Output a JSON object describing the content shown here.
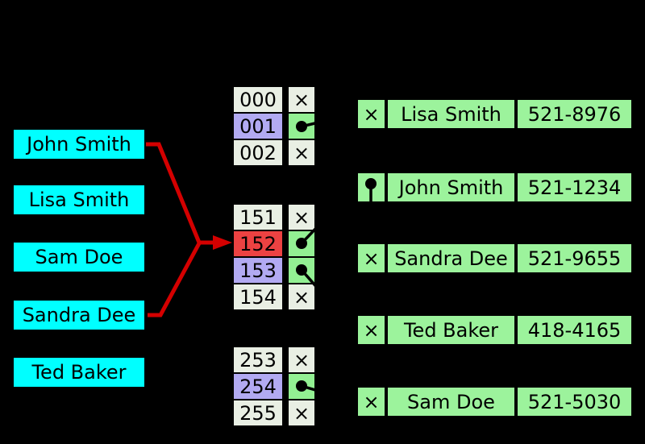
{
  "glyphs": {
    "null_marker": "×"
  },
  "colors": {
    "background": "#000000",
    "key_fill": "#00ffff",
    "bucket_default": "#e9efe4",
    "bucket_purple": "#b2aaf2",
    "bucket_red": "#ec4242",
    "pointer_green": "#93f093",
    "record_fill": "#9cf39c",
    "arrow_red": "#d40000",
    "line_black": "#000000"
  },
  "keys": [
    {
      "label": "John Smith"
    },
    {
      "label": "Lisa Smith"
    },
    {
      "label": "Sam Doe"
    },
    {
      "label": "Sandra Dee"
    },
    {
      "label": "Ted Baker"
    }
  ],
  "buckets": [
    {
      "index": "000",
      "slot": "empty",
      "variant": "default"
    },
    {
      "index": "001",
      "slot": "link",
      "variant": "purple"
    },
    {
      "index": "002",
      "slot": "empty",
      "variant": "default"
    },
    {
      "index": "151",
      "slot": "empty",
      "variant": "default"
    },
    {
      "index": "152",
      "slot": "link",
      "variant": "red"
    },
    {
      "index": "153",
      "slot": "link",
      "variant": "purple"
    },
    {
      "index": "154",
      "slot": "empty",
      "variant": "default"
    },
    {
      "index": "253",
      "slot": "empty",
      "variant": "default"
    },
    {
      "index": "254",
      "slot": "link",
      "variant": "purple"
    },
    {
      "index": "255",
      "slot": "empty",
      "variant": "default"
    }
  ],
  "records": [
    {
      "next": "null",
      "name": "Lisa Smith",
      "phone": "521-8976"
    },
    {
      "next": "link",
      "name": "John Smith",
      "phone": "521-1234"
    },
    {
      "next": "null",
      "name": "Sandra Dee",
      "phone": "521-9655"
    },
    {
      "next": "null",
      "name": "Ted Baker",
      "phone": "418-4165"
    },
    {
      "next": "null",
      "name": "Sam Doe",
      "phone": "521-5030"
    }
  ]
}
